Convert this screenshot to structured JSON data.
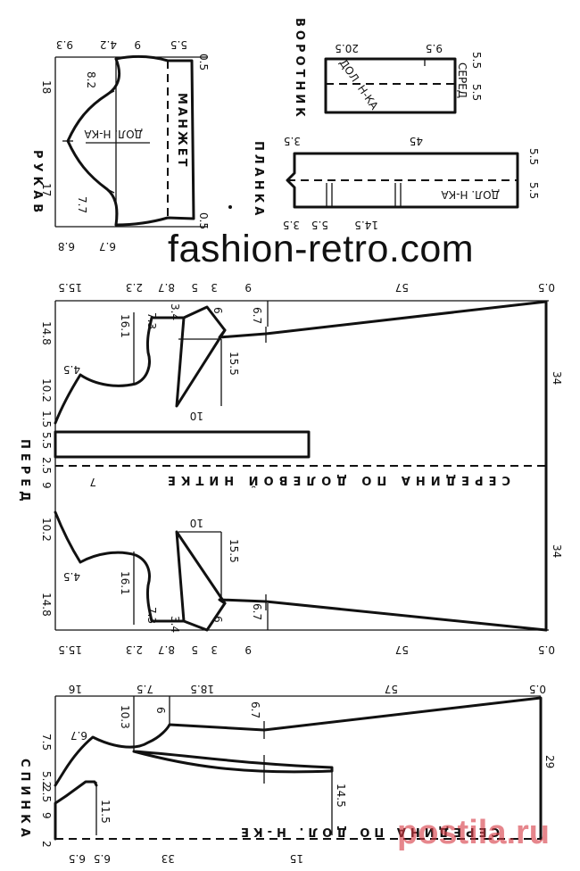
{
  "watermarks": {
    "site_top": "fashion-retro.com",
    "site_bottom": "postila.ru"
  },
  "titles": {
    "sleeve": "РУКАВ",
    "collar": "ВОРОТНИК",
    "placket": "ПЛАНКА",
    "front": "ПЕРЕД",
    "back": "СПИНКА"
  },
  "sleeve": {
    "top_dims": [
      "9.3",
      "4.2",
      "9",
      "5.5"
    ],
    "right_dims": [
      "0.5",
      "0.5"
    ],
    "left_dims": [
      "18",
      "17"
    ],
    "bottom_dims": [
      "6.8",
      "6.7"
    ],
    "inner_dims": [
      "8.2",
      "7.7"
    ],
    "grain_text": "ДОЛ. Н-КА",
    "cuff_text": "МАНЖЕТ"
  },
  "collar": {
    "dims": [
      "20.5",
      "9.5",
      "5.5",
      "5.5"
    ],
    "grain_text": "ДОЛ. Н-КА",
    "mid_text": "СЕРЕД"
  },
  "placket": {
    "dims": [
      "3.5",
      "45",
      "5.5",
      "5.5",
      "3.5",
      "5.5",
      "14.5"
    ],
    "grain_text": "ДОЛ. Н-КА"
  },
  "front": {
    "top_dims": [
      "15.5",
      "2.3",
      "8.7",
      "5",
      "3",
      "9",
      "57",
      "0.5"
    ],
    "bottom_dims": [
      "15.5",
      "2.3",
      "8.7",
      "5",
      "3",
      "9",
      "57",
      "0.5"
    ],
    "left_dims": [
      "14.8",
      "10.2",
      "1.5",
      "5.5",
      "2.5",
      "9",
      "10.2",
      "14.8"
    ],
    "inner_dims": [
      "16.1",
      "7.3",
      "3.4",
      "6",
      "6.7",
      "15.5",
      "10",
      "4.5",
      "7",
      "4.5",
      "10",
      "15.5",
      "16.1",
      "7.3",
      "3.4",
      "6",
      "6.7"
    ],
    "side_dims": [
      "34",
      "34"
    ],
    "center_text": "СЕРЕДИНА ПО ДОЛЕВОЙ НИТКЕ"
  },
  "back": {
    "top_dims": [
      "16",
      "7.5",
      "18.5",
      "57",
      "0.5"
    ],
    "left_dims": [
      "7.5",
      "5.2",
      "2.5",
      "9",
      "2"
    ],
    "bottom_dims": [
      "6.5",
      "6.5",
      "33",
      "15"
    ],
    "inner_dims": [
      "6.7",
      "10.3",
      "6",
      "6.7",
      "11.5",
      "14.5"
    ],
    "side_dims": [
      "29"
    ],
    "center_text": "СЕРЕДИНА ПО ДОЛ. Н-КЕ"
  }
}
